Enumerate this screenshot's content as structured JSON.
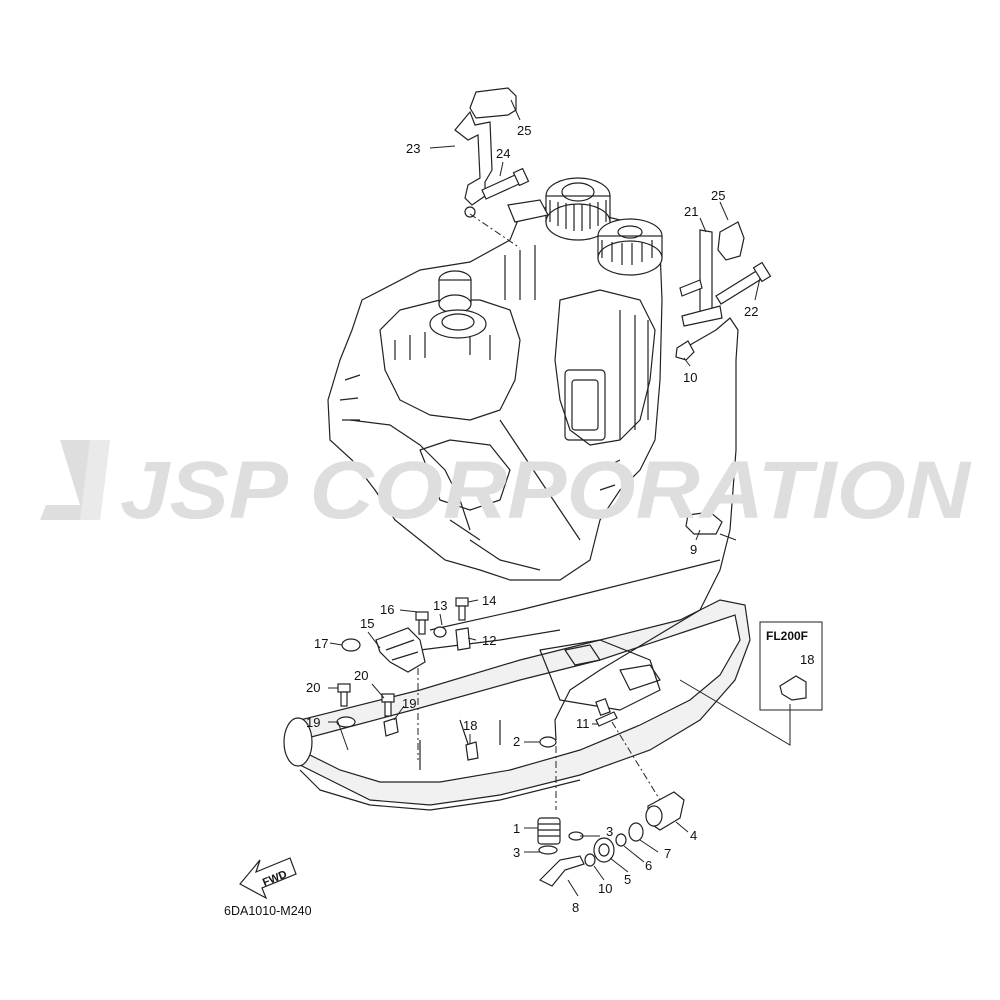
{
  "watermark": {
    "text": "JSP CORPORATION"
  },
  "figure_code": "6DA1010-M240",
  "fwd_label": "FWD",
  "variant_box": {
    "label": "FL200F",
    "part": "18"
  },
  "callouts": {
    "p25a": "25",
    "p23": "23",
    "p24": "24",
    "p25b": "25",
    "p21": "21",
    "p22": "22",
    "p10a": "10",
    "p9": "9",
    "p16": "16",
    "p13": "13",
    "p14": "14",
    "p15": "15",
    "p17": "17",
    "p12": "12",
    "p20a": "20",
    "p20b": "20",
    "p19a": "19",
    "p19b": "19",
    "p18": "18",
    "p11": "11",
    "p2": "2",
    "p1": "1",
    "p3a": "3",
    "p3b": "3",
    "p4": "4",
    "p7": "7",
    "p6": "6",
    "p5": "5",
    "p10b": "10",
    "p8": "8"
  }
}
